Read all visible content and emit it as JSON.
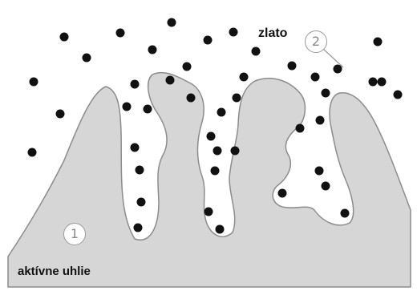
{
  "labels": {
    "gold": "zlato",
    "activated_carbon": "aktívne uhlie"
  },
  "markers": {
    "one": "1",
    "two": "2"
  },
  "colors": {
    "carbon_fill": "#d6d6d6",
    "carbon_outline": "#8c8c8c",
    "particle": "#111111",
    "background": "#ffffff"
  }
}
